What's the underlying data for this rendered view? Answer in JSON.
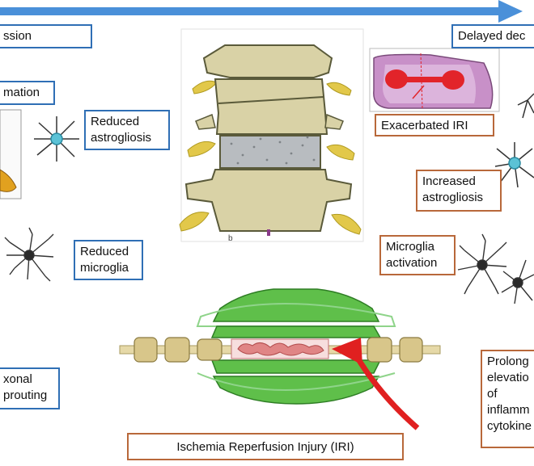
{
  "labels": {
    "progression": "ssion",
    "delayed": "Delayed dec",
    "inflammation": "mation",
    "reduced_astrogliosis": "Reduced astrogliosis",
    "exacerbated_iri": "Exacerbated IRI",
    "increased_astrogliosis": "Increased astrogliosis",
    "reduced_microglia": "Reduced microglia",
    "microglia_activation": "Microglia activation",
    "axonal_sprouting": "xonal prouting",
    "prolonged": "Prolong elevatio of inflamm cytokine",
    "iri": "Ischemia Reperfusion Injury (IRI)",
    "figure_letter": "b"
  },
  "colors": {
    "timeline_arrow": "#4a90d9",
    "box_border_blue": "#2f6fb5",
    "box_border_rust": "#b8683a",
    "vertebra": "#d9d2a6",
    "vertebra_outline": "#5a5a3a",
    "disc": "#e2c84a",
    "cord_green": "#59b947",
    "injury_red": "#e08585",
    "arrow_red": "#e02020",
    "cell_teal": "#5bc2d6",
    "cell_dark": "#2a2a2a"
  }
}
